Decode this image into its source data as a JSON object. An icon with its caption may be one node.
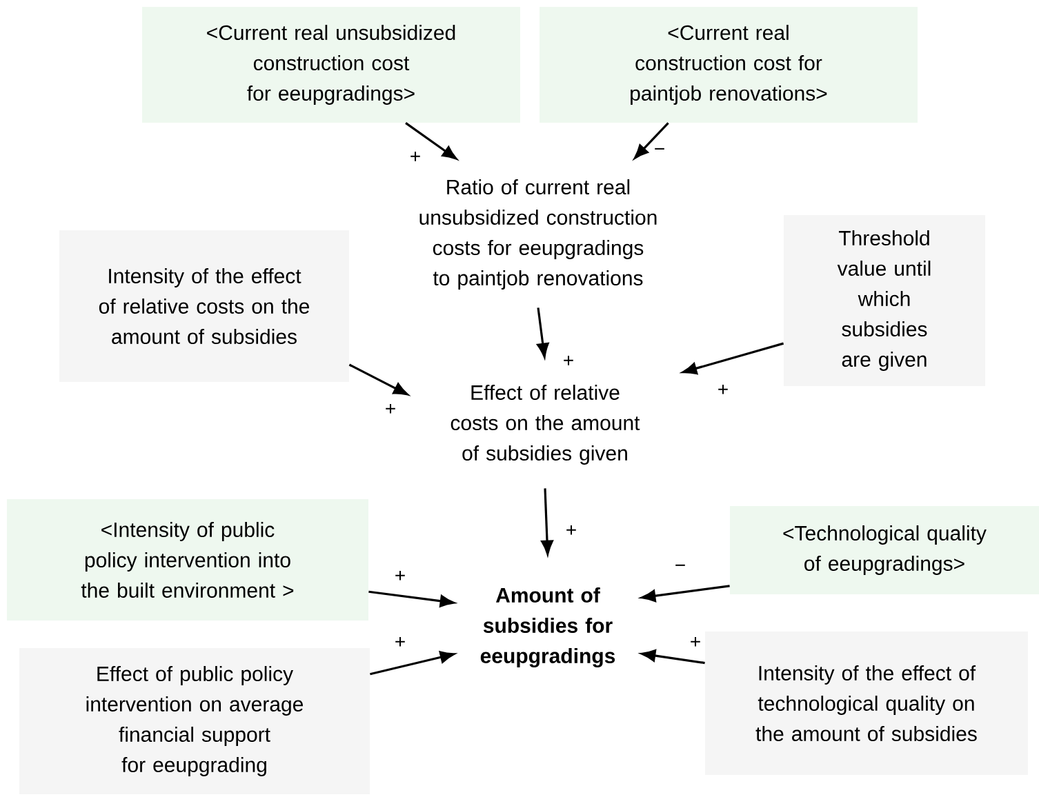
{
  "diagram": {
    "nodes": [
      {
        "text": [
          "<Current real unsubsidized construction cost for eeupgradings>"
        ]
      },
      {
        "text": [
          "<Current real construction cost for paintjob renovations>"
        ]
      },
      {
        "text": [
          "Ratio of current real unsubsidized construction costs for eeupgradings to paintjob renovations"
        ]
      },
      {
        "text": [
          "Intensity of the effect of relative costs on the amount of subsidies"
        ]
      },
      {
        "text": [
          "Threshold value until which subsidies are given"
        ]
      },
      {
        "text": [
          "Effect of relative costs on the amount of subsidies given"
        ]
      },
      {
        "text": [
          "<Intensity of public policy intervention into the built environment >"
        ]
      },
      {
        "text": [
          "<Technological quality of eeupgradings>"
        ]
      },
      {
        "text": [
          "Amount of subsidies for eeupgradings"
        ]
      },
      {
        "text": [
          "Effect of public policy intervention on average financial support for eeupgrading"
        ]
      },
      {
        "text": [
          "Intensity of the effect of technological quality on the amount of subsidies"
        ]
      }
    ],
    "edges": [
      {
        "from": 0,
        "to": 2,
        "arrow": "to",
        "label": "+"
      },
      {
        "from": 1,
        "to": 2,
        "arrow": "to",
        "label": "−"
      },
      {
        "from": 2,
        "to": 5,
        "arrow": "to",
        "label": "+"
      },
      {
        "from": 3,
        "to": 5,
        "arrow": "to",
        "label": "+"
      },
      {
        "from": 4,
        "to": 5,
        "arrow": "to",
        "label": "+"
      },
      {
        "from": 5,
        "to": 8,
        "arrow": "to",
        "label": "+"
      },
      {
        "from": 6,
        "to": 8,
        "arrow": "to",
        "label": "+"
      },
      {
        "from": 7,
        "to": 8,
        "arrow": "to",
        "label": "−"
      },
      {
        "from": 9,
        "to": 8,
        "arrow": "to",
        "label": "+"
      },
      {
        "from": 10,
        "to": 8,
        "arrow": "to",
        "label": "+"
      }
    ]
  }
}
